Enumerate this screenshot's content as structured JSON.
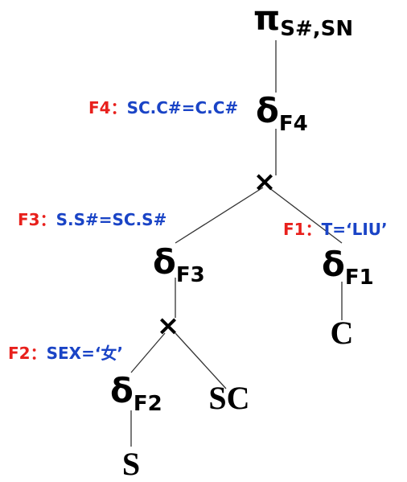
{
  "colors": {
    "label_name": "#e8201c",
    "label_expr": "#1a44c6",
    "node": "#000000",
    "edge": "#333333"
  },
  "nodes": {
    "project": {
      "symbol": "π",
      "subscript": "S#,SN"
    },
    "select_f4": {
      "symbol": "δ",
      "subscript": "F4"
    },
    "product_top": {
      "symbol": "×"
    },
    "select_f3": {
      "symbol": "δ",
      "subscript": "F3"
    },
    "select_f1": {
      "symbol": "δ",
      "subscript": "F1"
    },
    "product_bottom": {
      "symbol": "×"
    },
    "relation_c": {
      "text": "C"
    },
    "select_f2": {
      "symbol": "δ",
      "subscript": "F2"
    },
    "relation_sc": {
      "text": "SC"
    },
    "relation_s": {
      "text": "S"
    }
  },
  "labels": {
    "f4": {
      "name": "F4：",
      "expr": "SC.C#=C.C#"
    },
    "f3": {
      "name": "F3：",
      "expr": "S.S#=SC.S#"
    },
    "f1": {
      "name": "F1：",
      "expr": "T=‘LIU’"
    },
    "f2": {
      "name": "F2：",
      "expr": "SEX=‘女’"
    }
  }
}
